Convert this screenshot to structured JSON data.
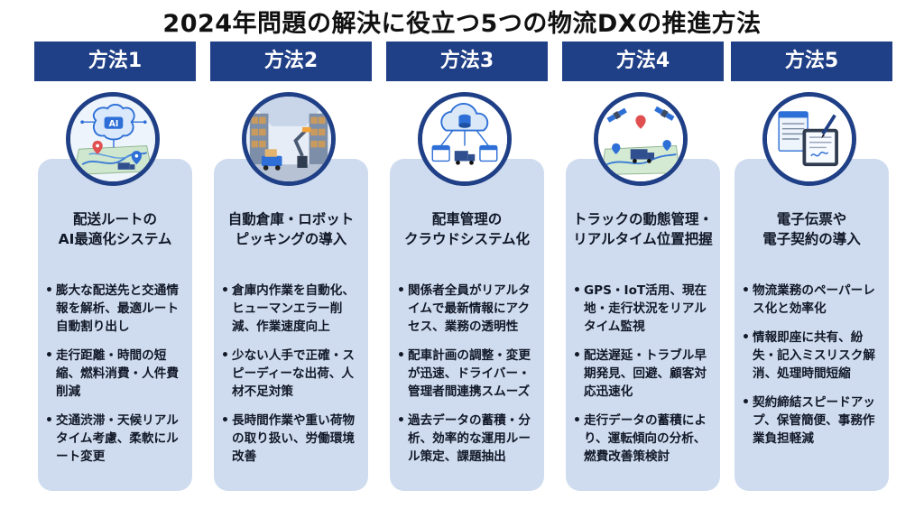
{
  "title": "2024年問題の解決に役立つ5つの物流DXの推進方法",
  "colors": {
    "header": "#1f3f86",
    "card": "#cfdcef",
    "accent": "#2d6fd6"
  },
  "methods": [
    {
      "header": "方法1",
      "icon": "ai-brain-map-icon",
      "icon_text": "AI",
      "title_lines": [
        "配送ルートの",
        "AI最適化システム"
      ],
      "bullets": [
        "膨大な配送先と交通情報を解析、最適ルート自動割り出し",
        "走行距離・時間の短縮、燃料消費・人件費削減",
        "交通渋滞・天候リアルタイム考慮、柔軟にルート変更"
      ]
    },
    {
      "header": "方法2",
      "icon": "warehouse-robot-icon",
      "title_lines": [
        "自動倉庫・ロボット",
        "ピッキングの導入"
      ],
      "bullets": [
        "倉庫内作業を自動化、ヒューマンエラー削減、作業速度向上",
        "少ない人手で正確・スピーディーな出荷、人材不足対策",
        "長時間作業や重い荷物の取り扱い、労働環境改善"
      ]
    },
    {
      "header": "方法3",
      "icon": "cloud-dispatch-icon",
      "title_lines": [
        "配車管理の",
        "クラウドシステム化"
      ],
      "bullets": [
        "関係者全員がリアルタイムで最新情報にアクセス、業務の透明性",
        "配車計画の調整・変更が迅速、ドライバー・管理者間連携スムーズ",
        "過去データの蓄積・分析、効率的な運用ルール策定、課題抽出"
      ]
    },
    {
      "header": "方法4",
      "icon": "satellite-truck-icon",
      "title_lines": [
        "トラックの動態管理・",
        "リアルタイム位置把握"
      ],
      "bullets": [
        "GPS・IoT活用、現在地・走行状況をリアルタイム監視",
        "配送遅延・トラブル早期発見、回避、顧客対応迅速化",
        "走行データの蓄積により、運転傾向の分析、燃費改善策検討"
      ]
    },
    {
      "header": "方法5",
      "icon": "e-document-icon",
      "title_lines": [
        "電子伝票や",
        "電子契約の導入"
      ],
      "bullets": [
        "物流業務のペーパーレス化と効率化",
        "情報即座に共有、紛失・記入ミスリスク解消、処理時間短縮",
        "契約締結スピードアップ、保管簡便、事務作業負担軽減"
      ]
    }
  ]
}
